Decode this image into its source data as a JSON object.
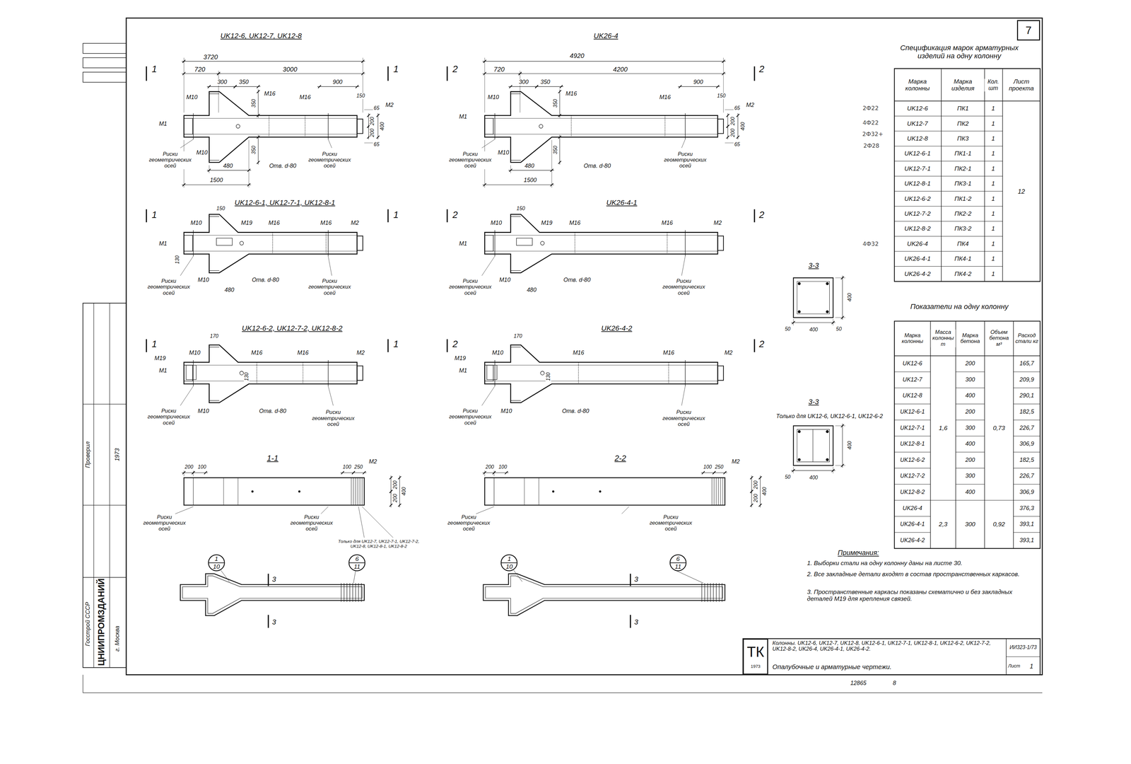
{
  "diagram": {
    "nodes": [
      {
        "text": [
          "1",
          "10"
        ]
      },
      {
        "text": [
          "6",
          "11"
        ]
      },
      {
        "text": [
          "1",
          "10"
        ]
      },
      {
        "text": [
          "6",
          "11"
        ]
      },
      {
        "text": [
          "7"
        ]
      },
      {
        "text": [
          "ТК",
          "1973"
        ]
      }
    ],
    "labels": [
      "UK12-6, UK12-7, UK12-8",
      "1",
      "1",
      "3720",
      "720",
      "3000",
      "300",
      "350",
      "M16",
      "M10",
      "M16",
      "900",
      "150",
      "M2",
      "M1",
      "350",
      "350",
      "65",
      "200",
      "200",
      "400",
      "65",
      "Риски геометрических осей",
      "M10",
      "480",
      "Отв. d-80",
      "Риски геометрических осей",
      "1500",
      "UK26-4",
      "2",
      "2",
      "4920",
      "720",
      "4200",
      "300",
      "350",
      "M16",
      "M10",
      "M16",
      "900",
      "150",
      "M2",
      "M1",
      "350",
      "350",
      "65",
      "200",
      "200",
      "400",
      "65",
      "Риски геометрических осей",
      "M10",
      "480",
      "Отв. d-80",
      "Риски геометрических осей",
      "1500",
      "UK12-6-1, UK12-7-1, UK12-8-1",
      "1",
      "1",
      "M10",
      "150",
      "M19",
      "M16",
      "M16",
      "M2",
      "M1",
      "130",
      "Риски геометрических осей",
      "M10",
      "480",
      "Отв. d-80",
      "Риски геометрических осей",
      "UK26-4-1",
      "2",
      "2",
      "M10",
      "150",
      "M19",
      "M16",
      "M16",
      "M2",
      "M1",
      "Риски геометрических осей",
      "M10",
      "480",
      "Отв. d-80",
      "Риски геометрических осей",
      "UK12-6-2, UK12-7-2, UK12-8-2",
      "1",
      "1",
      "170",
      "M19",
      "M10",
      "M16",
      "M16",
      "M2",
      "M1",
      "130",
      "Риски геометрических осей",
      "M10",
      "Отв. d-80",
      "Риски геометрических осей",
      "UK26-4-2",
      "2",
      "2",
      "170",
      "M19",
      "M10",
      "M16",
      "M16",
      "M2",
      "M1",
      "130",
      "Риски геометрических осей",
      "M10",
      "Отв. d-80",
      "Риски геометрических осей",
      "1-1",
      "200",
      "100",
      "100",
      "250",
      "M2",
      "200",
      "200",
      "400",
      "Риски геометрических осей",
      "Риски геометрических осей",
      "Только для UK12-7, UK12-7-1, UK12-7-2, UK12-8, UK12-8-1, UK12-8-2",
      "2-2",
      "200",
      "100",
      "100",
      "250",
      "M2",
      "200",
      "200",
      "400",
      "Риски геометрических осей",
      "Риски геометрических осей",
      "3",
      "3",
      "3",
      "3",
      "3-3",
      "400",
      "50",
      "400",
      "50",
      "3-3",
      "Только для UK12-6, UK12-6-1, UK12-6-2",
      "400",
      "50",
      "400",
      "Спецификация марок арматурных изделий на одну колонну",
      "Марка колонны",
      "Марка изделия",
      "Кол. шт",
      "Лист проекта",
      "UK12-6",
      "ПК1",
      "1",
      "UK12-7",
      "ПК2",
      "1",
      "UK12-8",
      "ПК3",
      "1",
      "UK12-6-1",
      "ПК1-1",
      "1",
      "UK12-7-1",
      "ПК2-1",
      "1",
      "UK12-8-1",
      "ПК3-1",
      "1",
      "UK12-6-2",
      "ПК1-2",
      "1",
      "UK12-7-2",
      "ПК2-2",
      "1",
      "UK12-8-2",
      "ПК3-2",
      "1",
      "UK26-4",
      "ПК4",
      "1",
      "UK26-4-1",
      "ПК4-1",
      "1",
      "UK26-4-2",
      "ПК4-2",
      "1",
      "12",
      "2Ф22",
      "4Ф22",
      "2Ф32+",
      "2Ф28",
      "4Ф32",
      "Показатели на одну колонну",
      "Марка колонны",
      "Масса колонны т",
      "Марка бетона",
      "Объем бетона м³",
      "Расход стали кг",
      "UK12-6",
      "200",
      "165,7",
      "UK12-7",
      "300",
      "209,9",
      "UK12-8",
      "400",
      "290,1",
      "UK12-6-1",
      "200",
      "182,5",
      "UK12-7-1",
      "300",
      "226,7",
      "UK12-8-1",
      "400",
      "306,9",
      "UK12-6-2",
      "200",
      "182,5",
      "UK12-7-2",
      "300",
      "226,7",
      "UK12-8-2",
      "400",
      "306,9",
      "UK26-4",
      "376,3",
      "UK26-4-1",
      "393,1",
      "UK26-4-2",
      "393,1",
      "1,6",
      "0,73",
      "2,3",
      "300",
      "0,92",
      "Примечания:",
      "1. Выборки стали на одну колонну даны на листе 30.",
      "2. Все закладные детали входят в состав пространственных каркасов.",
      "3. Пространственные каркасы показаны схематично и без закладных деталей M19 для крепления связей.",
      "Колонны. UK12-6, UK12-7, UK12-8, UK12-6-1, UK12-7-1, UK12-8-1, UK12-6-2, UK12-7-2, UK12-8-2, UK26-4, UK26-4-1, UK26-4-2.",
      "Опалубочные и арматурные чертежи.",
      "ИИ323-1/73",
      "Лист",
      "1",
      "12865",
      "8",
      "Госстрой СССР",
      "ЦНИИПРОМЗДАНИЙ",
      "г. Москва",
      "Проверил",
      "1973"
    ]
  }
}
